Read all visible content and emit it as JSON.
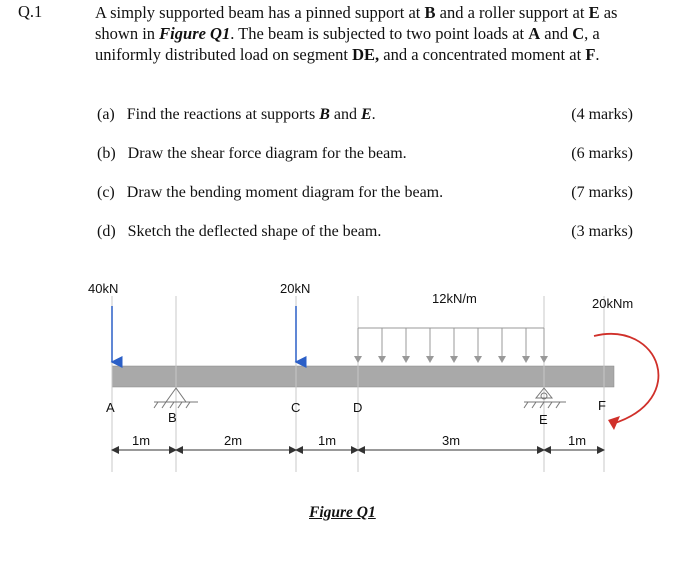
{
  "question": {
    "number": "Q.1",
    "text_parts": [
      "A simply supported beam has a pinned support at ",
      "B",
      " and a roller support at ",
      "E",
      " as shown in ",
      "Figure Q1",
      ". The beam is subjected to two point loads at ",
      "A",
      " and ",
      "C",
      ", a uniformly distributed load on segment ",
      "DE,",
      " and a concentrated moment at ",
      "F",
      "."
    ]
  },
  "parts": [
    {
      "label": "(a)",
      "text_a": "Find the reactions at supports ",
      "b1": "B",
      "text_b": " and ",
      "b2": "E",
      "text_c": ".",
      "marks": "(4 marks)"
    },
    {
      "label": "(b)",
      "text": "Draw the shear force diagram for the beam.",
      "marks": "(6 marks)"
    },
    {
      "label": "(c)",
      "text": "Draw the bending moment diagram for the beam.",
      "marks": "(7 marks)"
    },
    {
      "label": "(d)",
      "text": "Sketch the deflected shape of the beam.",
      "marks": "(3 marks)"
    }
  ],
  "figure": {
    "caption": "Figure Q1",
    "loads": {
      "A": "40kN",
      "C": "20kN",
      "udl": "12kN/m",
      "moment": "20kNm"
    },
    "points": [
      "A",
      "B",
      "C",
      "D",
      "E",
      "F"
    ],
    "dimensions": [
      "1m",
      "2m",
      "1m",
      "3m",
      "1m"
    ]
  }
}
